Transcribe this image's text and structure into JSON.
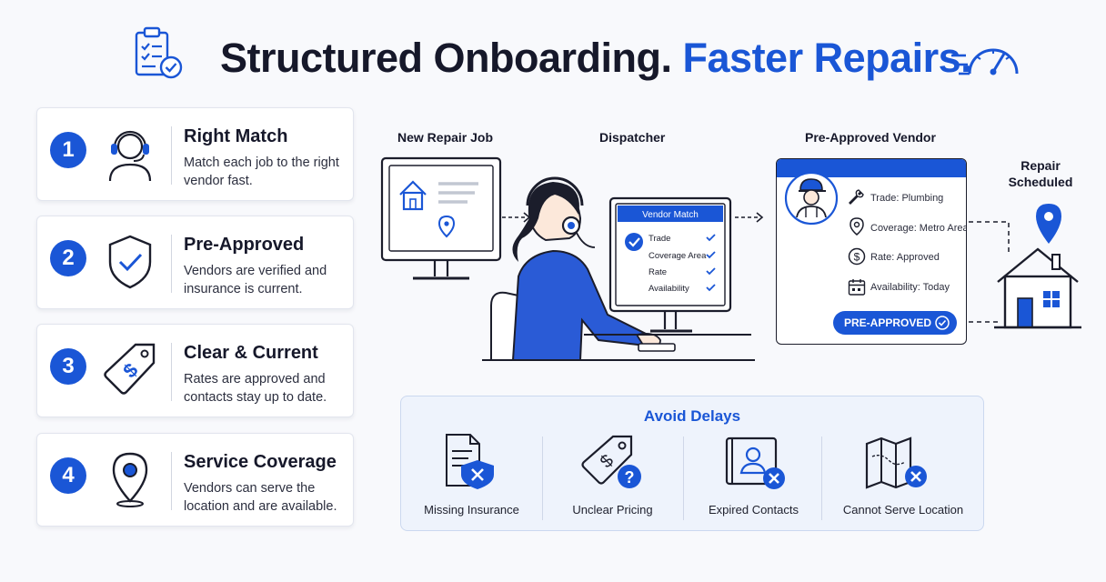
{
  "header": {
    "title_main": "Structured Onboarding.",
    "title_accent": "Faster Repairs."
  },
  "steps": [
    {
      "number": "1",
      "title": "Right Match",
      "desc": "Match each job to the right vendor fast."
    },
    {
      "number": "2",
      "title": "Pre-Approved",
      "desc": "Vendors are verified and insurance is current."
    },
    {
      "number": "3",
      "title": "Clear & Current",
      "desc": "Rates are approved and contacts stay up to date."
    },
    {
      "number": "4",
      "title": "Service Coverage",
      "desc": "Vendors can serve the location and are available."
    }
  ],
  "flow": {
    "new_job": "New Repair Job",
    "dispatcher": "Dispatcher",
    "vendor_title": "Pre-Approved Vendor",
    "scheduled_line1": "Repair",
    "scheduled_line2": "Scheduled",
    "monitor": {
      "header": "Vendor Match",
      "items": [
        "Trade",
        "Coverage Area",
        "Rate",
        "Availability"
      ]
    },
    "vendor": {
      "trade": "Trade: Plumbing",
      "coverage": "Coverage: Metro Area",
      "rate": "Rate: Approved",
      "availability": "Availability: Today",
      "badge": "PRE-APPROVED"
    }
  },
  "avoid": {
    "title": "Avoid Delays",
    "items": [
      "Missing Insurance",
      "Unclear Pricing",
      "Expired Contacts",
      "Cannot Serve Location"
    ]
  },
  "colors": {
    "accent": "#1a56d6",
    "ink": "#16182a",
    "panel": "#eef3fc"
  }
}
